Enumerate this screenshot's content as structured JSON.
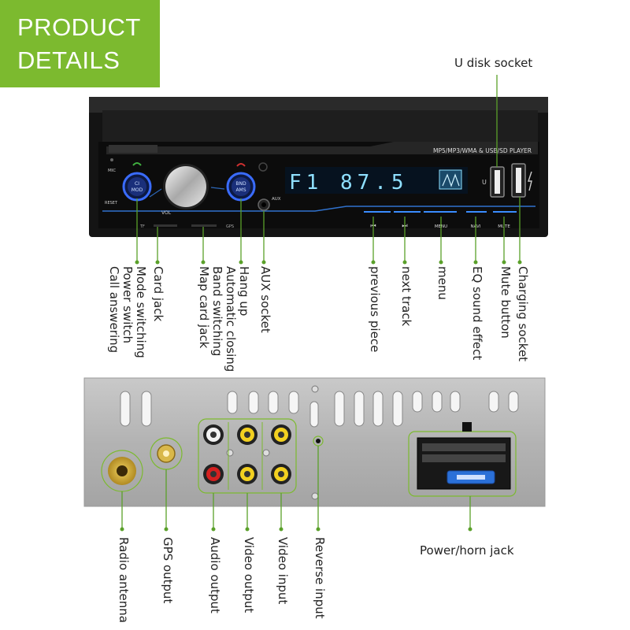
{
  "badge": {
    "line1": "PRODUCT",
    "line2": "DETAILS",
    "color": "#7cba2f"
  },
  "front_panel": {
    "header_text": "MP5/MP3/WMA & USB/SD PLAYER",
    "display_text": "F1 87.5",
    "mic_label": "MIC",
    "reset_label": "RESET",
    "vol_label": "VOL",
    "aux_label": "AUX",
    "usb_label": "U",
    "tf_label": "TF",
    "gps_label": "GPS",
    "left_button": {
      "line1": "CI",
      "line2": "MOD"
    },
    "right_button": {
      "line1": "BND",
      "line2": "AMS"
    },
    "touch_buttons": [
      "⏮",
      "⏭",
      "MENU",
      "NAVI",
      "MUTE"
    ]
  },
  "front_labels": {
    "u_disk": "U disk socket",
    "call_group": [
      "Mode switching",
      "Power switch",
      "Call answering"
    ],
    "card_jack": "Card jack",
    "map_card": "Map card jack",
    "hang_group": [
      "Hang up",
      "Automatic closing",
      "Band switching"
    ],
    "aux_socket": "AUX socket",
    "previous": "previous piece",
    "next": "next track",
    "menu": "menu",
    "eq": "EQ sound effect",
    "mute": "Mute button",
    "charging": "Charging socket"
  },
  "rear_labels": {
    "radio": "Radio antenna",
    "gps": "GPS output",
    "audio": "Audio output",
    "video_out": "Video output",
    "video_in": "Video input",
    "reverse": "Reverse input",
    "power": "Power/horn jack"
  },
  "colors": {
    "accent_green": "#7cba2f",
    "line_green": "#5aa02a",
    "panel_dark": "#1a1a1a",
    "blue_glow": "#3a8cff"
  }
}
